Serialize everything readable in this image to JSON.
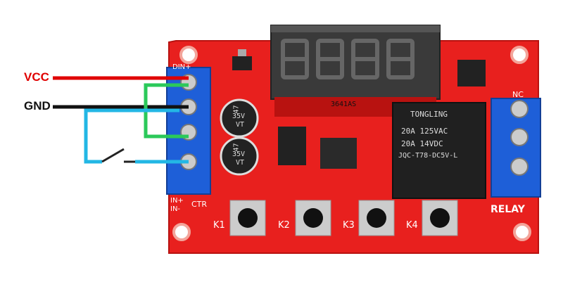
{
  "wires": {
    "vcc_label": "VCC",
    "gnd_label": "GND",
    "vcc_color": "#e00000",
    "gnd_color": "#111111",
    "signal_color": "#2bc95a",
    "switch_color": "#23b7e5"
  },
  "board": {
    "pcb_color": "#e8201e",
    "display_model": "3641AS",
    "capacitor_1": {
      "value": "47",
      "voltage": "35V",
      "series": "VT"
    },
    "capacitor_2": {
      "value": "47",
      "voltage": "35V",
      "series": "VT"
    },
    "relay_brand": "TONGLING",
    "relay_rating_1": "20A 125VAC",
    "relay_rating_2": "20A 14VDC",
    "relay_model": "JQC-T78-DC5V-L",
    "left_terminal_labels": {
      "top": "DIN+",
      "bottom_1": "IN+",
      "bottom_2": "IN-",
      "ctr": "CTR"
    },
    "right_terminal_label": "NC",
    "relay_label": "RELAY",
    "buttons": [
      "K1",
      "K2",
      "K3",
      "K4"
    ]
  }
}
